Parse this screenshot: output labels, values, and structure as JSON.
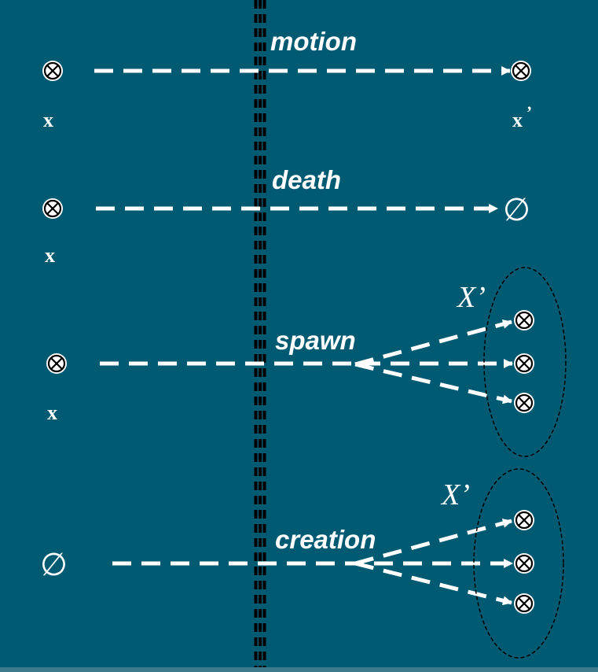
{
  "processes": [
    {
      "label": "motion",
      "source": "x",
      "target": "x",
      "target_prime": "’"
    },
    {
      "label": "death",
      "source": "x",
      "target_symbol": "∅"
    },
    {
      "label": "spawn",
      "source": "x",
      "target_set": "X’"
    },
    {
      "label": "creation",
      "source_symbol": "∅",
      "target_set": "X’"
    }
  ],
  "colors": {
    "background": "#005a72",
    "foreground": "#ffffff",
    "separator": "#000000"
  }
}
